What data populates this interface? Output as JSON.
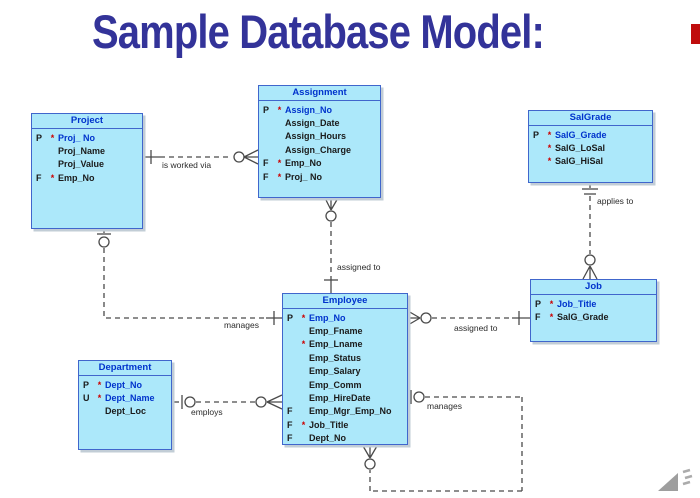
{
  "slide": {
    "title": "Sample Database Model:"
  },
  "entities": {
    "project": {
      "name": "Project",
      "fields": [
        {
          "key": "P",
          "req": "*",
          "name": "Proj_ No",
          "blue": true
        },
        {
          "key": "",
          "req": "",
          "name": "Proj_Name",
          "blue": false
        },
        {
          "key": "",
          "req": "",
          "name": "Proj_Value",
          "blue": false
        },
        {
          "key": "F",
          "req": "*",
          "name": "Emp_No",
          "blue": false
        }
      ]
    },
    "assignment": {
      "name": "Assignment",
      "fields": [
        {
          "key": "P",
          "req": "*",
          "name": "Assign_No",
          "blue": true
        },
        {
          "key": "",
          "req": "",
          "name": "Assign_Date",
          "blue": false
        },
        {
          "key": "",
          "req": "",
          "name": "Assign_Hours",
          "blue": false
        },
        {
          "key": "",
          "req": "",
          "name": "Assign_Charge",
          "blue": false
        },
        {
          "key": "F",
          "req": "*",
          "name": "Emp_No",
          "blue": false
        },
        {
          "key": "F",
          "req": "*",
          "name": "Proj_ No",
          "blue": false
        }
      ]
    },
    "salgrade": {
      "name": "SalGrade",
      "fields": [
        {
          "key": "P",
          "req": "*",
          "name": "SalG_Grade",
          "blue": true
        },
        {
          "key": "",
          "req": "*",
          "name": "SalG_LoSal",
          "blue": false
        },
        {
          "key": "",
          "req": "*",
          "name": "SalG_HiSal",
          "blue": false
        }
      ]
    },
    "employee": {
      "name": "Employee",
      "fields": [
        {
          "key": "P",
          "req": "*",
          "name": "Emp_No",
          "blue": true
        },
        {
          "key": "",
          "req": "",
          "name": "Emp_Fname",
          "blue": false
        },
        {
          "key": "",
          "req": "*",
          "name": "Emp_Lname",
          "blue": false
        },
        {
          "key": "",
          "req": "",
          "name": "Emp_Status",
          "blue": false
        },
        {
          "key": "",
          "req": "",
          "name": "Emp_Salary",
          "blue": false
        },
        {
          "key": "",
          "req": "",
          "name": "Emp_Comm",
          "blue": false
        },
        {
          "key": "",
          "req": "",
          "name": "Emp_HireDate",
          "blue": false
        },
        {
          "key": "F",
          "req": "",
          "name": "Emp_Mgr_Emp_No",
          "blue": false
        },
        {
          "key": "F",
          "req": "*",
          "name": "Job_Title",
          "blue": false
        },
        {
          "key": "F",
          "req": "",
          "name": "Dept_No",
          "blue": false
        }
      ]
    },
    "job": {
      "name": "Job",
      "fields": [
        {
          "key": "P",
          "req": "*",
          "name": "Job_Title",
          "blue": true
        },
        {
          "key": "F",
          "req": "*",
          "name": "SalG_Grade",
          "blue": false
        }
      ]
    },
    "department": {
      "name": "Department",
      "fields": [
        {
          "key": "P",
          "req": "*",
          "name": "Dept_No",
          "blue": true
        },
        {
          "key": "U",
          "req": "*",
          "name": "Dept_Name",
          "blue": true
        },
        {
          "key": "",
          "req": "",
          "name": "Dept_Loc",
          "blue": false
        }
      ]
    }
  },
  "relationships": [
    {
      "label": "is worked via",
      "from": "Project",
      "to": "Assignment",
      "from_end": "one-mandatory-bar",
      "to_end": "optional-many-circle-crowfoot"
    },
    {
      "label": "assigned to",
      "from": "Assignment",
      "to": "Employee",
      "from_end": "optional-many-crowfoot-circle",
      "to_end": "one-bar"
    },
    {
      "label": "manages",
      "from": "Project",
      "to": "Employee",
      "from_end": "optional-one-bar-circle",
      "to_end": "one-bar"
    },
    {
      "label": "assigned to",
      "from": "Employee",
      "to": "Job",
      "from_end": "optional-many-crowfoot-circle",
      "to_end": "one-bar"
    },
    {
      "label": "applies to",
      "from": "SalGrade",
      "to": "Job",
      "from_end": "mandatory-one-double-bar",
      "to_end": "optional-many-circle-crowfoot"
    },
    {
      "label": "employs",
      "from": "Department",
      "to": "Employee",
      "from_end": "optional-one-bar-circle",
      "to_end": "optional-many-circle-crowfoot"
    },
    {
      "label": "manages",
      "from": "Employee",
      "to": "Employee",
      "from_end": "optional-one-bar-circle",
      "to_end": "optional-many-circle-crowfoot"
    }
  ],
  "colors": {
    "title_text": "#333399",
    "entity_fill": "#ace8fa",
    "entity_border": "#4066cc",
    "pk_text": "#0033cc",
    "required_marker": "#cc0000",
    "line": "#4a4a4a"
  },
  "icons": {
    "sound": "speaker with sound waves",
    "marker": "red slide marker"
  }
}
